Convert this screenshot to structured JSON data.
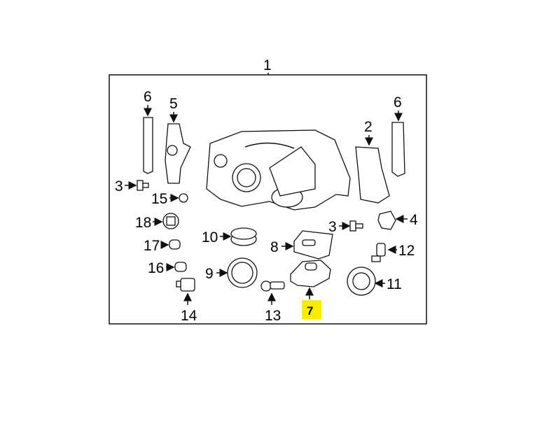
{
  "diagram": {
    "assembly_label": "1",
    "highlight_color": "#f8ec00",
    "callouts": {
      "bracket_left_top": "6",
      "bracket_left_mid": "5",
      "bolt_left": "3",
      "bulb_15": "15",
      "socket_18": "18",
      "bulb_17": "17",
      "bulb_16": "16",
      "socket_14": "14",
      "seal_10": "10",
      "cap_9": "9",
      "bulb_13": "13",
      "module_8": "8",
      "ballast_7": "7",
      "bolt_right": "3",
      "nut_4": "4",
      "bulb_12": "12",
      "cap_11": "11",
      "bracket_2": "2",
      "bracket_right": "6"
    }
  }
}
